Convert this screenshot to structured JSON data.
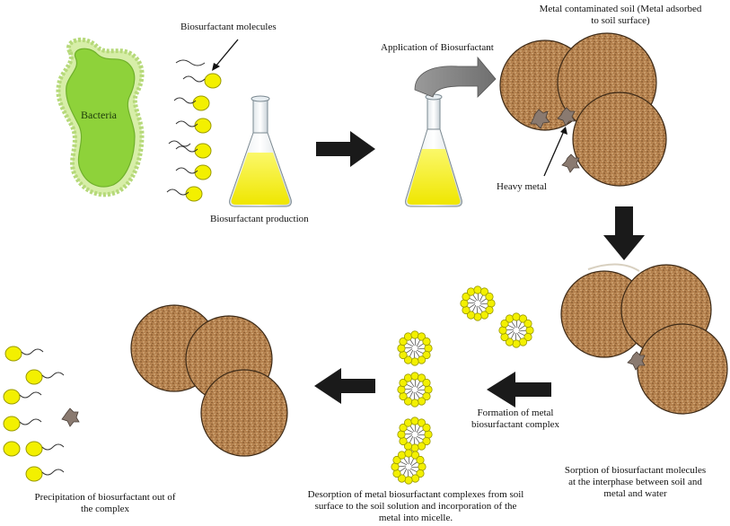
{
  "labels": {
    "bacteria": "Bacteria",
    "biosurfactant_molecules": "Biosurfactant molecules",
    "biosurfactant_production": "Biosurfactant production",
    "application": "Application of Biosurfactant",
    "metal_soil_line1": "Metal contaminated soil (Metal adsorbed",
    "metal_soil_line2": "to soil surface)",
    "heavy_metal": "Heavy metal",
    "sorption_line1": "Sorption of biosurfactant molecules",
    "sorption_line2": "at the interphase between soil and",
    "sorption_line3": "metal and water",
    "formation_line1": "Formation of metal",
    "formation_line2": "biosurfactant complex",
    "desorption_line1": "Desorption of metal biosurfactant complexes from soil",
    "desorption_line2": "surface to the soil solution and incorporation of the",
    "desorption_line3": "metal into micelle.",
    "precipitation_line1": "Precipitation of biosurfactant out of",
    "precipitation_line2": "the complex"
  },
  "colors": {
    "bacteria_fill": "#8ed23a",
    "bacteria_outline": "#c9e79a",
    "surfactant_head": "#f3f000",
    "flask_liquid": "#f5f000",
    "soil": "#b8834e",
    "arrow": "#1a1a1a",
    "metal": "#8a7a70",
    "curved_arrow": "#8a8a8a"
  }
}
